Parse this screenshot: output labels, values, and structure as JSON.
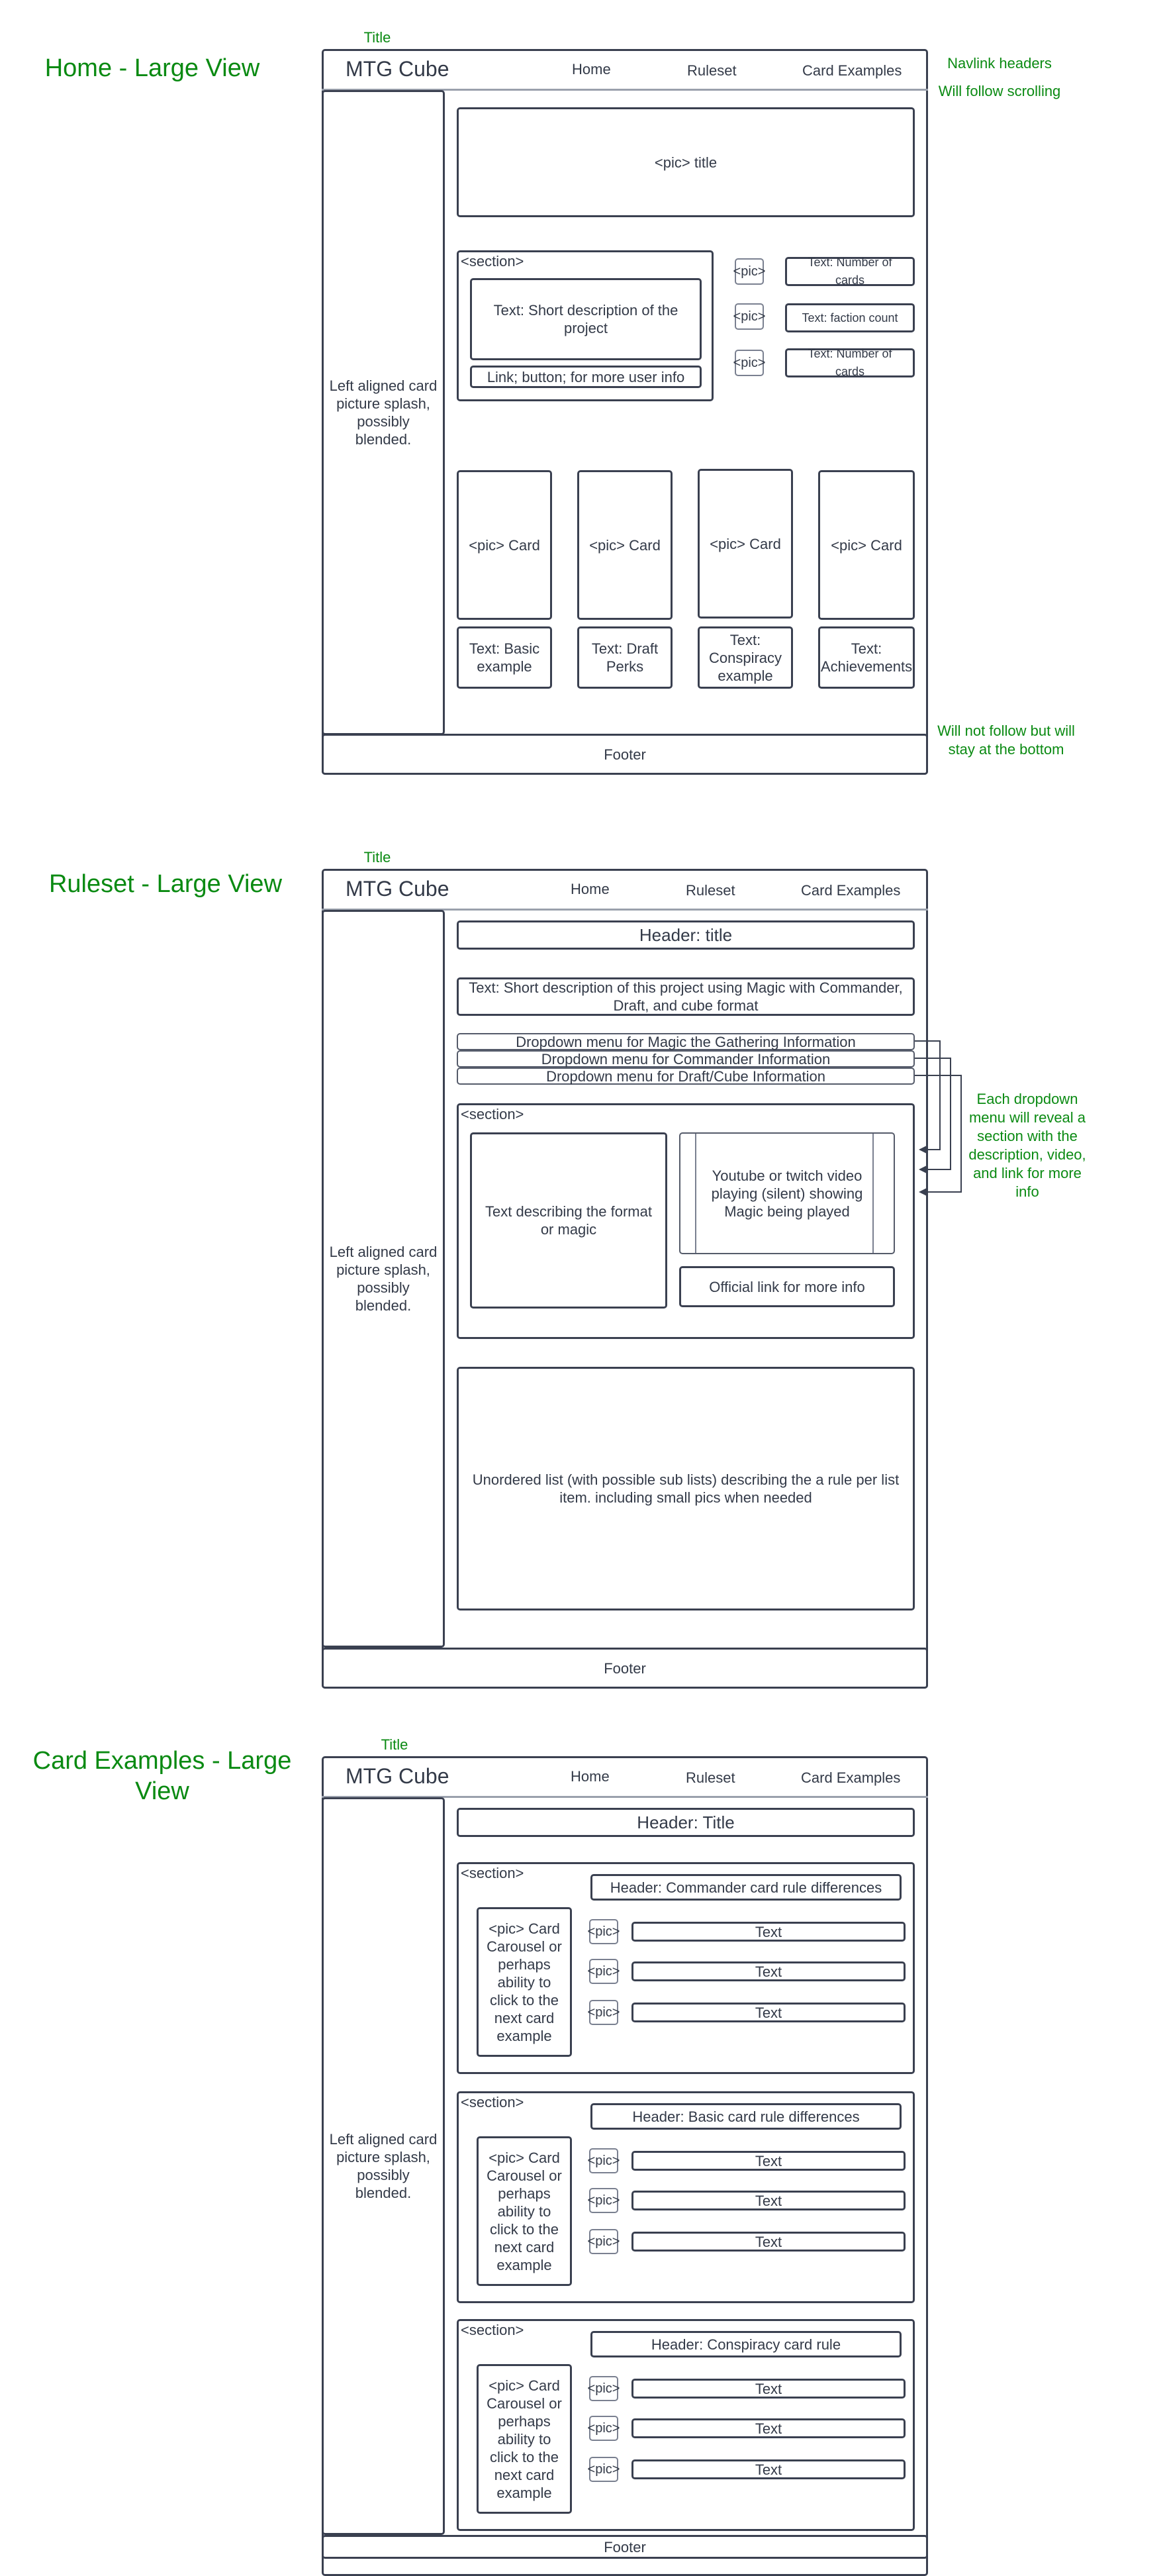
{
  "common": {
    "title_label": "Title",
    "brand": "MTG Cube",
    "nav": {
      "home": "Home",
      "ruleset": "Ruleset",
      "card_examples": "Card Examples"
    },
    "sidebar_text": "Left aligned card picture splash, possibly blended.",
    "footer": "Footer",
    "section_label": "<section>",
    "pic": "<pic>"
  },
  "home": {
    "view_title": "Home - Large View",
    "note_nav_headers": "Navlink headers",
    "note_scroll": "Will follow scrolling",
    "note_footer": "Will not follow but will stay at the bottom",
    "hero": "<pic> title",
    "section_desc": "Text: Short description of the project",
    "section_link": "Link; button; for more user info",
    "stats": [
      "Text: Number of cards",
      "Text: faction count",
      "Text: Number of cards"
    ],
    "card_pic": "<pic> Card",
    "cards": [
      "Text: Basic example",
      "Text: Draft Perks",
      "Text: Conspiracy example",
      "Text: Achievements"
    ]
  },
  "ruleset": {
    "view_title": "Ruleset - Large View",
    "header": "Header: title",
    "description": "Text: Short description of this project using Magic with Commander, Draft, and cube format",
    "dropdowns": [
      "Dropdown menu for Magic the Gathering Information",
      "Dropdown menu for Commander Information",
      "Dropdown menu for Draft/Cube Information"
    ],
    "dropdown_note": "Each dropdown menu will reveal  a section with the description, video, and link for more info",
    "format_text": "Text describing the format or magic",
    "video": "Youtube or twitch video playing (silent) showing Magic being played",
    "official_link": "Official link for more info",
    "rules_list": "Unordered list (with possible sub lists) describing the a rule per list item.  including small pics when needed"
  },
  "cards": {
    "view_title": "Card Examples - Large View",
    "header": "Header: Title",
    "carousel": "<pic> Card Carousel or perhaps ability to click to the next card example",
    "row_text": "Text",
    "sections": [
      {
        "header": "Header: Commander card rule differences"
      },
      {
        "header": "Header: Basic card rule differences"
      },
      {
        "header": "Header: Conspiracy card rule"
      }
    ]
  }
}
